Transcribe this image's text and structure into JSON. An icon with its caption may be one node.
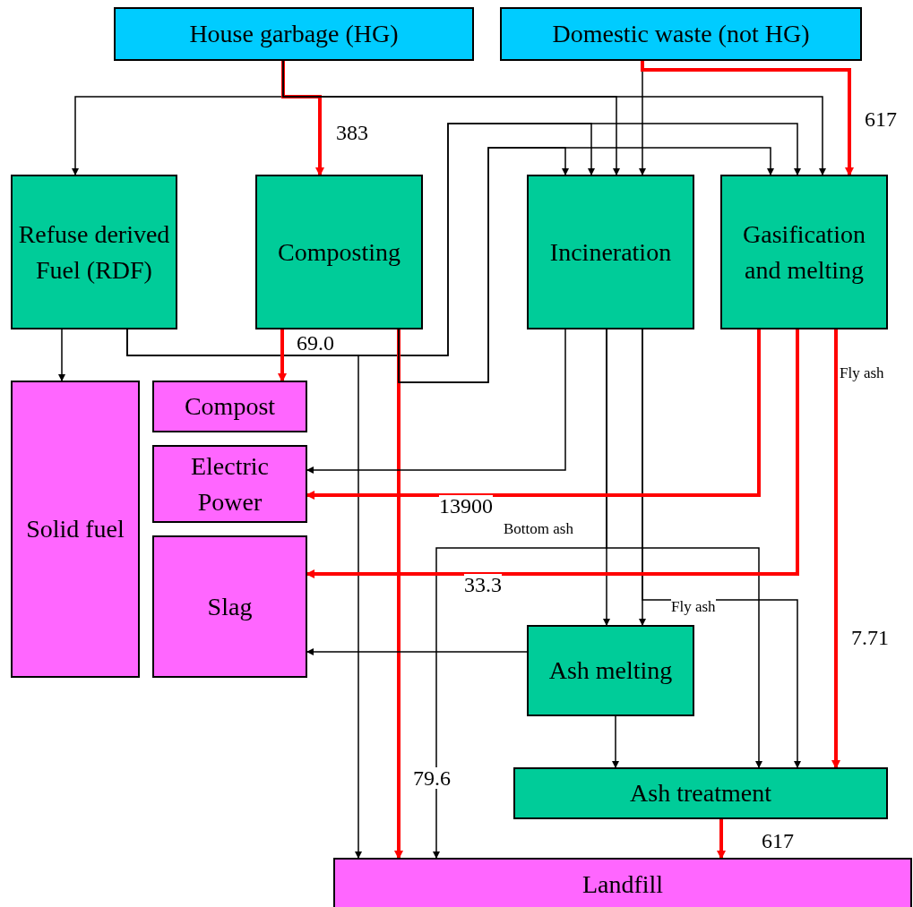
{
  "diagram": {
    "nodes": [
      {
        "text": [
          "House garbage (HG)"
        ]
      },
      {
        "text": [
          "Domestic waste (not HG)"
        ]
      },
      {
        "text": [
          "Refuse derived Fuel (RDF)"
        ]
      },
      {
        "text": [
          "Composting"
        ]
      },
      {
        "text": [
          "Incineration"
        ]
      },
      {
        "text": [
          "Gasification and melting"
        ]
      },
      {
        "text": [
          "Solid fuel"
        ]
      },
      {
        "text": [
          "Compost"
        ]
      },
      {
        "text": [
          "Electric Power"
        ]
      },
      {
        "text": [
          "Slag"
        ]
      },
      {
        "text": [
          "Ash melting"
        ]
      },
      {
        "text": [
          "Ash treatment"
        ]
      },
      {
        "text": [
          "Landfill"
        ]
      }
    ],
    "edges": [
      {
        "from": 0,
        "to": 2,
        "arrow": "to"
      },
      {
        "from": 0,
        "to": 3,
        "arrow": "to",
        "label": "383",
        "style": "thick",
        "color": "#ff0000"
      },
      {
        "from": 0,
        "to": 4,
        "arrow": "to"
      },
      {
        "from": 0,
        "to": 5,
        "arrow": "to"
      },
      {
        "from": 1,
        "to": 4,
        "arrow": "to"
      },
      {
        "from": 1,
        "to": 5,
        "arrow": "to",
        "label": "617",
        "style": "thick",
        "color": "#ff0000"
      },
      {
        "from": 2,
        "to": 6,
        "arrow": "to"
      },
      {
        "from": 2,
        "to": 4,
        "arrow": "to"
      },
      {
        "from": 2,
        "to": 5,
        "arrow": "to"
      },
      {
        "from": 2,
        "to": 12,
        "arrow": "to"
      },
      {
        "from": 3,
        "to": 7,
        "arrow": "to",
        "label": "69.0",
        "style": "thick",
        "color": "#ff0000"
      },
      {
        "from": 3,
        "to": 12,
        "arrow": "to",
        "label": "79.6",
        "style": "thick",
        "color": "#ff0000"
      },
      {
        "from": 3,
        "to": 4,
        "arrow": "to"
      },
      {
        "from": 3,
        "to": 5,
        "arrow": "to"
      },
      {
        "from": 4,
        "to": 8,
        "arrow": "to"
      },
      {
        "from": 4,
        "to": 10,
        "arrow": "to"
      },
      {
        "from": 4,
        "to": 12,
        "arrow": "to",
        "label": "Bottom ash"
      },
      {
        "from": 4,
        "to": 11,
        "arrow": "to"
      },
      {
        "from": 4,
        "to": 10,
        "arrow": "to"
      },
      {
        "from": 4,
        "to": 11,
        "arrow": "to",
        "label": "Fly ash"
      },
      {
        "from": 5,
        "to": 8,
        "arrow": "to",
        "label": "13900",
        "style": "thick",
        "color": "#ff0000"
      },
      {
        "from": 5,
        "to": 9,
        "arrow": "to",
        "label": "33.3",
        "style": "thick",
        "color": "#ff0000"
      },
      {
        "from": 5,
        "to": 11,
        "arrow": "to",
        "label": "7.71",
        "style": "thick",
        "color": "#ff0000"
      },
      {
        "from": 10,
        "to": 9,
        "arrow": "to"
      },
      {
        "from": 10,
        "to": 11,
        "arrow": "to"
      },
      {
        "from": 11,
        "to": 12,
        "arrow": "to",
        "label": "617",
        "style": "thick",
        "color": "#ff0000"
      }
    ],
    "labels": [
      "Fly ash"
    ]
  }
}
